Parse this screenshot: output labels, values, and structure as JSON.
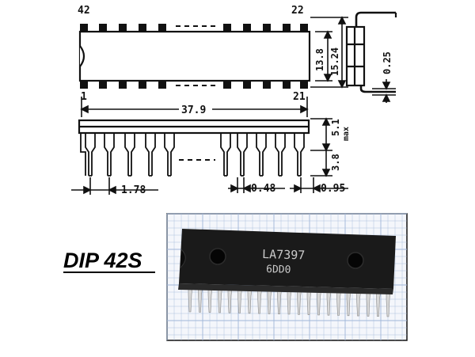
{
  "drawing": {
    "top_view": {
      "pin_label_top_left": "42",
      "pin_label_top_right": "22",
      "pin_label_bottom_left": "1",
      "pin_label_bottom_right": "21",
      "width_min": "13.8",
      "width_max": "15.24"
    },
    "end_view": {
      "lead_thickness": "0.25"
    },
    "side_view": {
      "length": "37.9",
      "height_max": "5.1",
      "height_max_suffix": "max",
      "lead_length": "3.8",
      "pitch": "1.78",
      "lead_width": "0.48",
      "standoff": "0.95"
    }
  },
  "package_label": "DIP 42S",
  "photo": {
    "marking_line1": "LA7397",
    "marking_line2": "6DD0",
    "grid_color": "#9fb6d8",
    "chip_color": "#1a1a1a",
    "pin_color": "#d8d8d8"
  }
}
